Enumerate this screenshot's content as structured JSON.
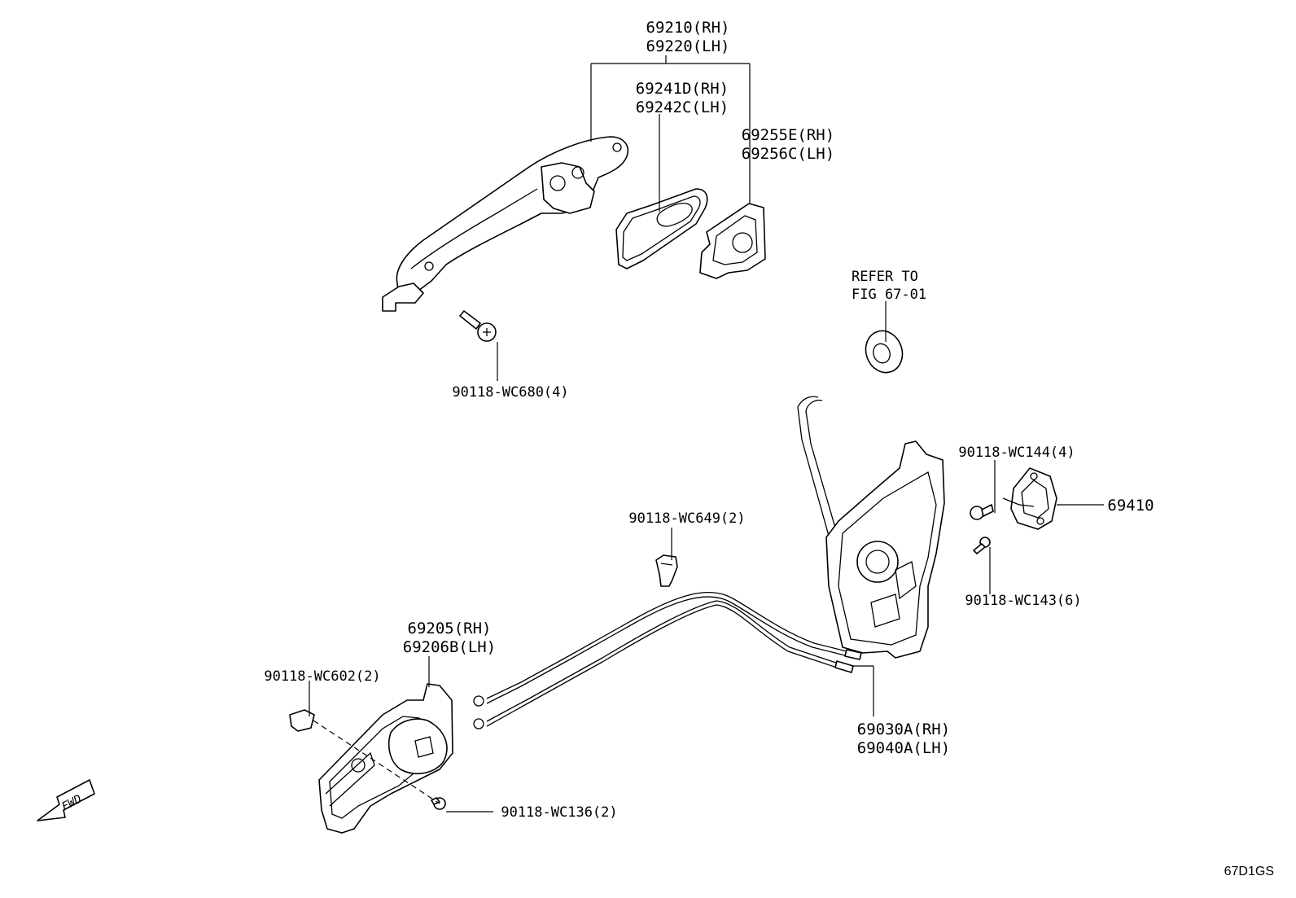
{
  "diagram": {
    "code": "67D1GS",
    "fwd_label": "FWD",
    "callouts": {
      "handle": [
        "69210(RH)",
        "69220(LH)"
      ],
      "pad_front": [
        "69241D(RH)",
        "69242C(LH)"
      ],
      "pad_rear": [
        "69255E(RH)",
        "69256C(LH)"
      ],
      "bolt_handle": "90118-WC680(4)",
      "refer": [
        "REFER TO",
        "FIG 67-01"
      ],
      "bolt_lock_top": "90118-WC144(4)",
      "striker": "69410",
      "bolt_lock_bottom": "90118-WC143(6)",
      "clip": "90118-WC649(2)",
      "inside_handle": [
        "69205(RH)",
        "69206B(LH)"
      ],
      "clip_inside": "90118-WC602(2)",
      "screw_inside": "90118-WC136(2)",
      "lock_assy": [
        "69030A(RH)",
        "69040A(LH)"
      ]
    }
  }
}
